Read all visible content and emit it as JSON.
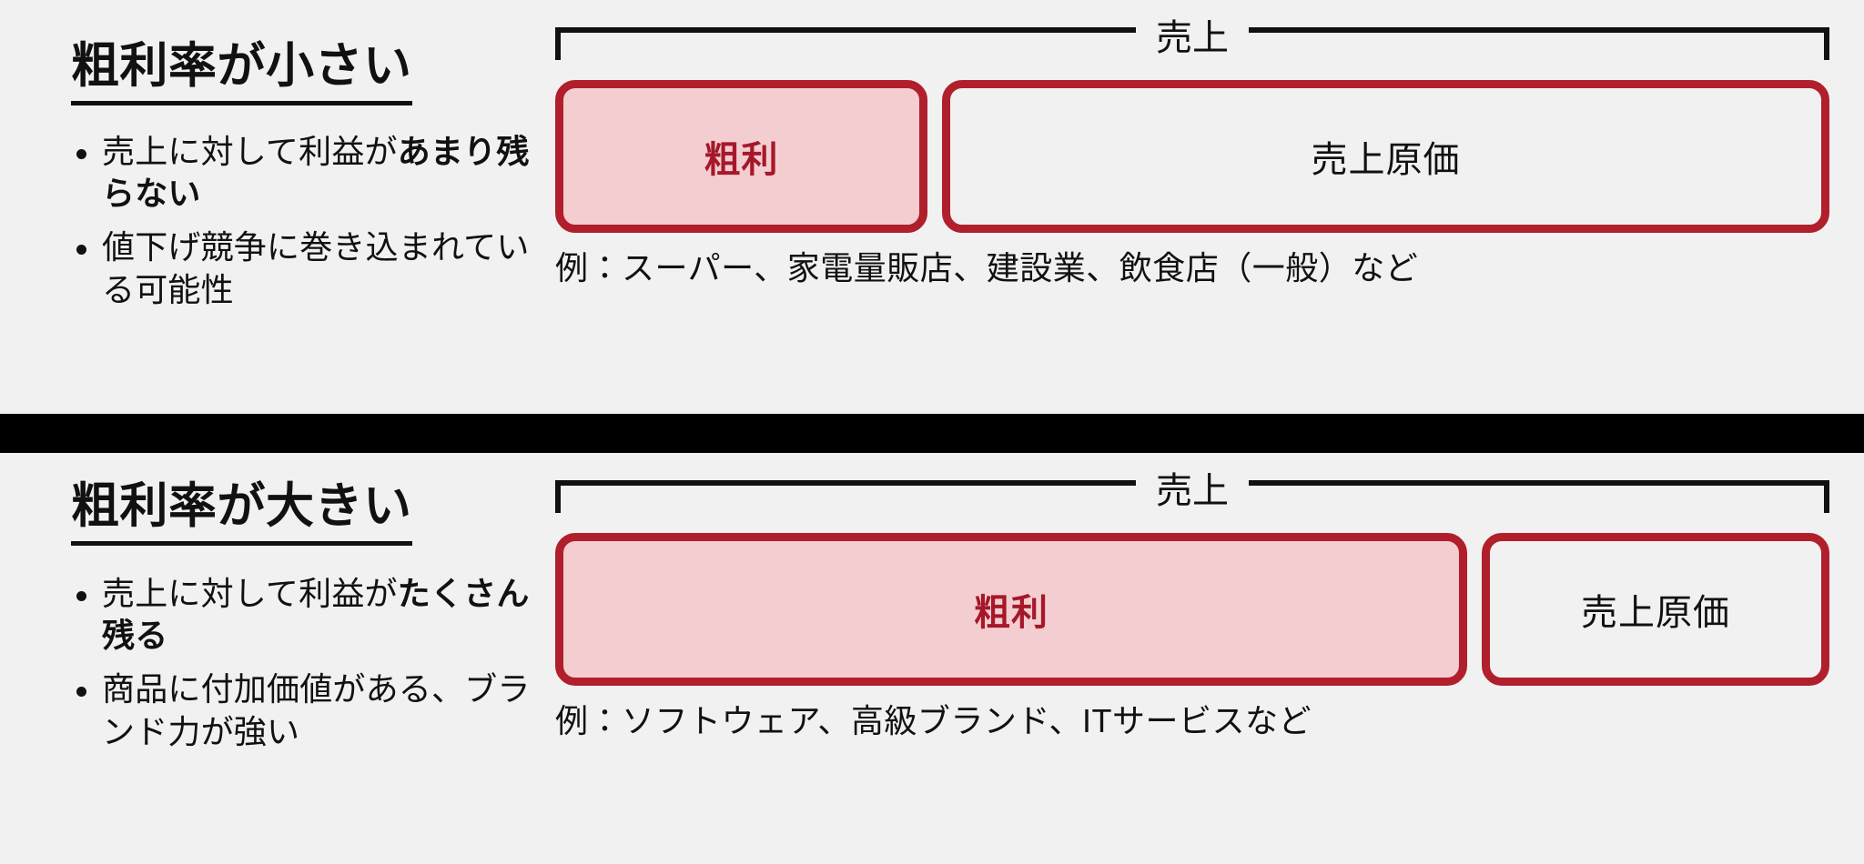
{
  "theme": {
    "background": "#f1f1f1",
    "divider_color": "#000000",
    "accent_red": "#b01f2b",
    "profit_fill": "#f4cdd0",
    "profit_text": "#a5182a",
    "text_color": "#111111"
  },
  "sections": [
    {
      "id": "low-margin",
      "title": "粗利率が小さい",
      "bullets": [
        {
          "lead": "売上に対して利益が",
          "strong": "あまり残らない"
        },
        {
          "lead": "値下げ競争に巻き込まれている可能性",
          "strong": ""
        }
      ],
      "diagram": {
        "bracket_label": "売上",
        "boxes": [
          {
            "label": "粗利",
            "kind": "profit",
            "flex": 29
          },
          {
            "label": "売上原価",
            "kind": "cost",
            "flex": 71
          }
        ]
      },
      "example": "例：スーパー、家電量販店、建設業、飲食店（一般）など"
    },
    {
      "id": "high-margin",
      "title": "粗利率が大きい",
      "bullets": [
        {
          "lead": "売上に対して利益が",
          "strong": "たくさん残る"
        },
        {
          "lead": "商品に付加価値がある、ブランド力が強い",
          "strong": ""
        }
      ],
      "diagram": {
        "bracket_label": "売上",
        "boxes": [
          {
            "label": "粗利",
            "kind": "profit",
            "flex": 73
          },
          {
            "label": "売上原価",
            "kind": "cost",
            "flex": 27
          }
        ]
      },
      "example": "例：ソフトウェア、高級ブランド、ITサービスなど"
    }
  ]
}
